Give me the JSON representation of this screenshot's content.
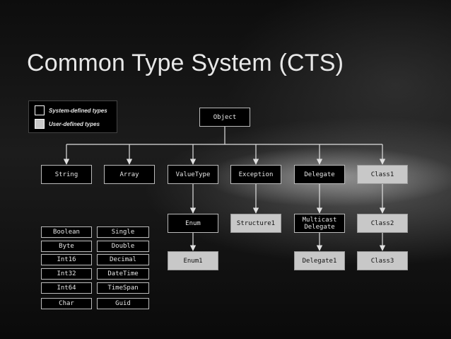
{
  "title": "Common Type System (CTS)",
  "legend": {
    "system": "System-defined types",
    "user": "User-defined types",
    "colors": {
      "system": "#000000",
      "user": "#c8c8c8"
    }
  },
  "nodes": {
    "object": "Object",
    "string": "String",
    "array": "Array",
    "valuetype": "ValueType",
    "exception": "Exception",
    "delegate": "Delegate",
    "class1": "Class1",
    "enum": "Enum",
    "structure1": "Structure1",
    "multicast": "Multicast Delegate",
    "class2": "Class2",
    "enum1": "Enum1",
    "delegate1": "Delegate1",
    "class3": "Class3",
    "boolean": "Boolean",
    "single": "Single",
    "byte": "Byte",
    "double": "Double",
    "int16": "Int16",
    "decimal": "Decimal",
    "int32": "Int32",
    "datetime": "DateTime",
    "int64": "Int64",
    "timespan": "TimeSpan",
    "char": "Char",
    "guid": "Guid"
  },
  "edges": [
    [
      "object",
      "string"
    ],
    [
      "object",
      "array"
    ],
    [
      "object",
      "valuetype"
    ],
    [
      "object",
      "exception"
    ],
    [
      "object",
      "delegate"
    ],
    [
      "object",
      "class1"
    ],
    [
      "valuetype",
      "enum"
    ],
    [
      "exception",
      "structure1"
    ],
    [
      "delegate",
      "multicast"
    ],
    [
      "class1",
      "class2"
    ],
    [
      "enum",
      "enum1"
    ],
    [
      "multicast",
      "delegate1"
    ],
    [
      "class2",
      "class3"
    ]
  ]
}
